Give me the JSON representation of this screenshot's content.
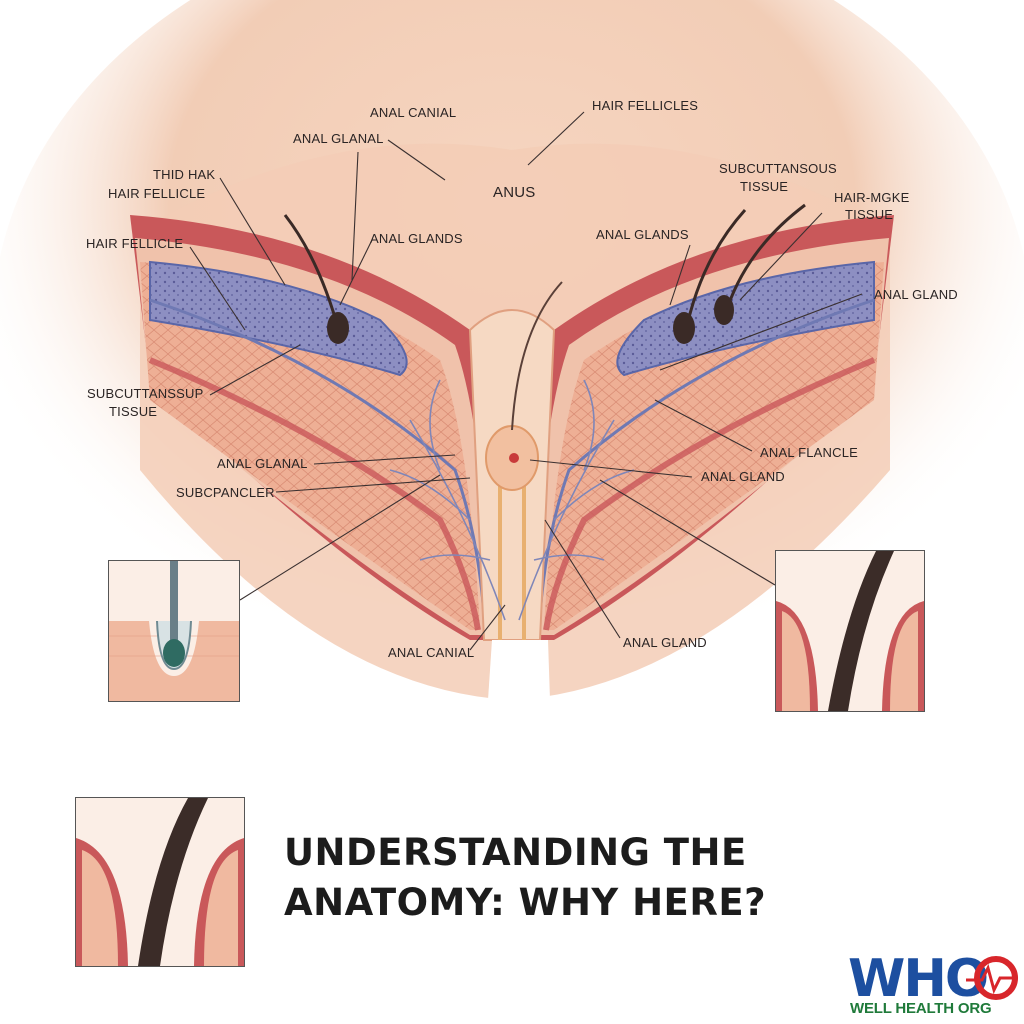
{
  "labels": {
    "anal_canial_top": "ANAL CANIAL",
    "hair_fellicles_top": "HAIR FELLICLES",
    "anal_glanal_top": "ANAL GLANAL",
    "anus": "ANUS",
    "thid_hak": "THID HAK",
    "hair_fellicle_left_1": "HAIR FELLICLE",
    "hair_fellicle_left_2": "HAIR FELLICLE",
    "anal_glands_left": "ANAL GLANDS",
    "anal_glands_right": "ANAL GLANDS",
    "subcuttansous_line1": "SUBCUTTANSOUS",
    "subcuttansous_line2": "TISSUE",
    "hair_mgke_line1": "HAIR-MGKE",
    "hair_mgke_line2": "TISSUE",
    "anal_gland_right_1": "ANAL GLAND",
    "subcuttansup_line1": "SUBCUTTANSSUP",
    "subcuttansup_line2": "TISSUE",
    "anal_flancle": "ANAL FLANCLE",
    "anal_glanal_mid": "ANAL GLANAL",
    "anal_gland_right_2": "ANAL GLAND",
    "subcpancler": "SUBCPANCLER",
    "anal_gland_right_3": "ANAL GLAND",
    "anal_canial_bottom": "ANAL CANIAL"
  },
  "headline": {
    "line1": "UNDERSTANDING THE",
    "line2": "ANATOMY: WHY HERE?"
  },
  "logo": {
    "mark": "WHO",
    "text": "WELL HEALTH ORG"
  },
  "colors": {
    "skin": "#f3cdb6",
    "tissue": "#e9a48c",
    "dermis_red": "#c9585a",
    "vein_blue": "#7f86b8",
    "logo_blue": "#1d4fa0",
    "logo_green": "#1f7a3a",
    "logo_red": "#d8262b"
  }
}
